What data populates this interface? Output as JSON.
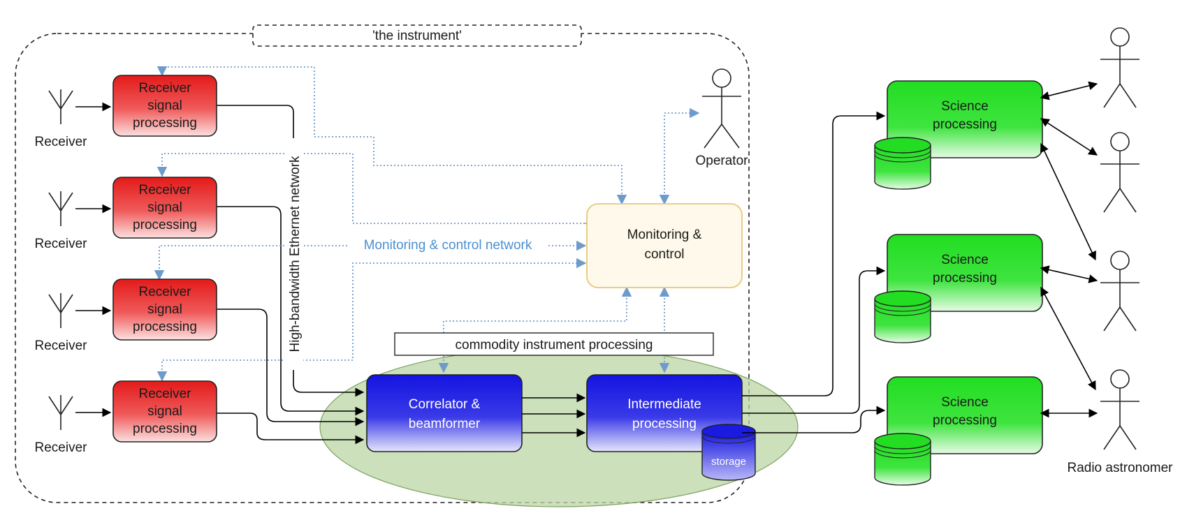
{
  "instrument_label": "'the instrument'",
  "receivers": [
    {
      "label": "Receiver",
      "box": [
        "Receiver",
        "signal",
        "processing"
      ]
    },
    {
      "label": "Receiver",
      "box": [
        "Receiver",
        "signal",
        "processing"
      ]
    },
    {
      "label": "Receiver",
      "box": [
        "Receiver",
        "signal",
        "processing"
      ]
    },
    {
      "label": "Receiver",
      "box": [
        "Receiver",
        "signal",
        "processing"
      ]
    }
  ],
  "ethernet_network_label": "High-bandwidth Ethernet network",
  "monitoring_network_label": "Monitoring & control network",
  "monitoring_box": [
    "Monitoring &",
    "control"
  ],
  "operator_label": "Operator",
  "commodity_label": "commodity instrument processing",
  "correlator_box": [
    "Correlator &",
    "beamformer"
  ],
  "intermediate_box": [
    "Intermediate",
    "processing"
  ],
  "storage_label": "storage",
  "science_boxes": [
    [
      "Science",
      "processing"
    ],
    [
      "Science",
      "processing"
    ],
    [
      "Science",
      "processing"
    ]
  ],
  "astronomer_label": "Radio astronomer",
  "colors": {
    "receiver_box": "#e8231f",
    "blue_box": "#1a1ae6",
    "science_box": "#22dd22",
    "monitor_box": "#fef9ea",
    "monitor_border": "#e8c77a",
    "ellipse_fill": "#b9d6a4",
    "blue_dotted": "#6f9bcb"
  }
}
